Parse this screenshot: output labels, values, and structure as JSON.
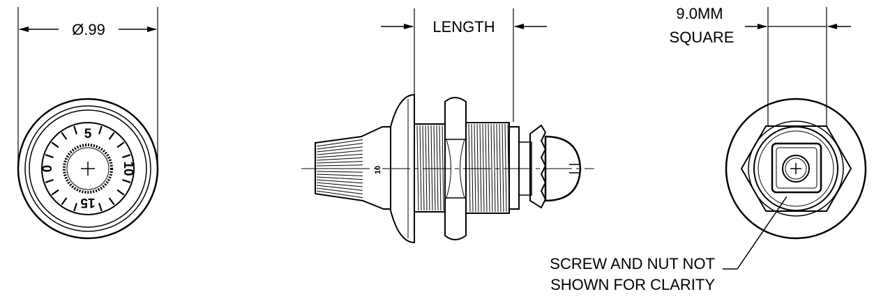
{
  "front_view": {
    "diameter_label": "Ø.99",
    "dial_numbers": [
      "5",
      "10",
      "15",
      "0"
    ]
  },
  "side_view": {
    "length_label": "LENGTH",
    "knob_marking": "10"
  },
  "back_view": {
    "square_label_line1": "9.0MM",
    "square_label_line2": "SQUARE",
    "note_line1": "SCREW AND NUT NOT",
    "note_line2": "SHOWN FOR CLARITY"
  }
}
